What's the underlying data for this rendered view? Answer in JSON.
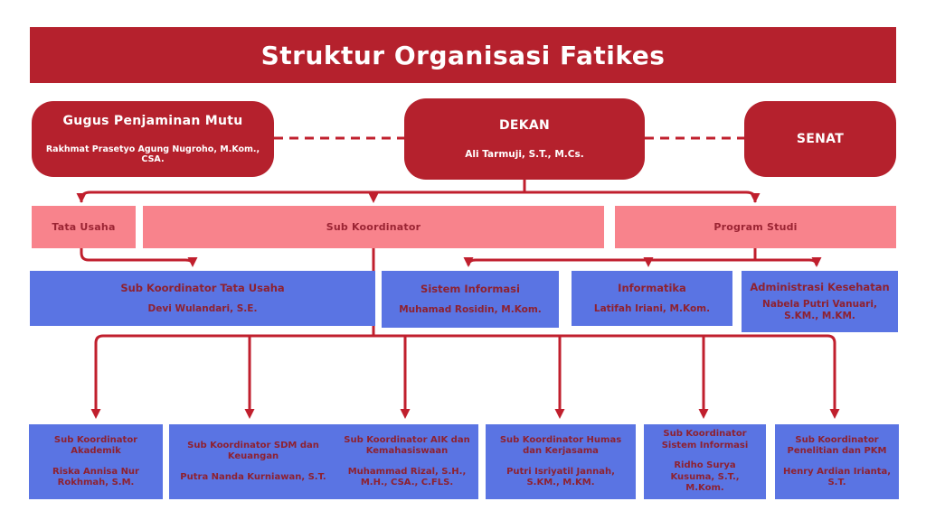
{
  "title": "Struktur Organisasi Fatikes",
  "colors": {
    "dark_red": "#B5212D",
    "line_red": "#C01F2D",
    "pink": "#F8838C",
    "blue": "#5A74E3",
    "box_text_maroon": "#8E2130",
    "banner_text": "#FFFFFF"
  },
  "units": {
    "gugus": {
      "title": "Gugus Penjaminan Mutu",
      "person": "Rakhmat Prasetyo Agung Nugroho, M.Kom., CSA."
    },
    "dekan": {
      "title": "DEKAN",
      "person": "Ali Tarmuji, S.T., M.Cs."
    },
    "senat": {
      "title": "SENAT"
    },
    "tata_usaha": {
      "label": "Tata Usaha"
    },
    "sub_koordinator": {
      "label": "Sub Koordinator"
    },
    "program_studi": {
      "label": "Program Studi"
    },
    "sub_tata_usaha": {
      "title": "Sub Koordinator Tata Usaha",
      "person": "Devi Wulandari, S.E."
    },
    "sistem_informasi": {
      "title": "Sistem Informasi",
      "person": "Muhamad Rosidin, M.Kom."
    },
    "informatika": {
      "title": "Informatika",
      "person": "Latifah Iriani, M.Kom."
    },
    "administrasi_kesehatan": {
      "title": "Administrasi Kesehatan",
      "person": "Nabela Putri Vanuari, S.KM., M.KM."
    },
    "sub_akademik": {
      "title": "Sub Koordinator Akademik",
      "person": "Riska Annisa Nur Rokhmah, S.M."
    },
    "sub_sdm": {
      "title": "Sub Koordinator SDM dan Keuangan",
      "person": "Putra Nanda Kurniawan, S.T."
    },
    "sub_aik": {
      "title": "Sub Koordinator AIK dan Kemahasiswaan",
      "person": "Muhammad Rizal, S.H., M.H., CSA., C.FLS."
    },
    "sub_humas": {
      "title": "Sub Koordinator Humas dan Kerjasama",
      "person": "Putri Isriyatil Jannah, S.KM., M.KM."
    },
    "sub_sistem_informasi": {
      "title": "Sub Koordinator Sistem Informasi",
      "person": "Ridho Surya Kusuma, S.T., M.Kom."
    },
    "sub_penelitian": {
      "title": "Sub Koordinator Penelitian dan PKM",
      "person": "Henry Ardian Irianta, S.T."
    }
  }
}
